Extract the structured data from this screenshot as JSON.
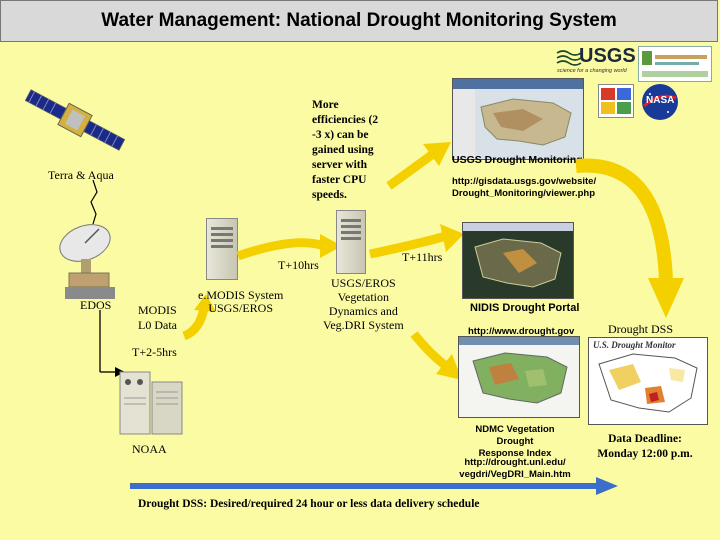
{
  "header": {
    "title": "Water Management:  National Drought Monitoring System"
  },
  "satellite": {
    "label": "Terra & Aqua"
  },
  "ground_station": {
    "label": "EDOS"
  },
  "data_level": {
    "label_line1": "MODIS",
    "label_line2": "L0 Data"
  },
  "emodis": {
    "label_line1": "e.MODIS System",
    "label_line2": "USGS/EROS"
  },
  "usgs_eros": {
    "label_line1": "USGS/EROS",
    "label_line2": "Vegetation",
    "label_line3": "Dynamics and",
    "label_line4": "Veg.DRI System"
  },
  "efficiency_note": {
    "line1": "More",
    "line2": "efficiencies (2",
    "line3": "-3 x) can be",
    "line4": "gained using",
    "line5": "server with",
    "line6": "faster CPU",
    "line7": "speeds."
  },
  "timings": {
    "t10": "T+10hrs",
    "t11": "T+11hrs",
    "t25": "T+2-5hrs"
  },
  "usgs_monitoring": {
    "title": "USGS Drought Monitoring",
    "url_line1": "http://gisdata.usgs.gov/website/",
    "url_line2": "Drought_Monitoring/viewer.php"
  },
  "nidis": {
    "title": "NIDIS Drought Portal",
    "url": "http://www.drought.gov"
  },
  "ndmc": {
    "title_line1": "NDMC Vegetation Drought",
    "title_line2": "Response Index",
    "url_line1": "http://drought.unl.edu/",
    "url_line2": "vegdri/VegDRI_Main.htm"
  },
  "noaa": {
    "label": "NOAA"
  },
  "dss": {
    "label": "Drought DSS",
    "map_title": "U.S. Drought Monitor"
  },
  "deadline": {
    "line1": "Data Deadline:",
    "line2": "Monday 12:00 p.m."
  },
  "timeline": {
    "text": "Drought DSS:  Desired/required 24 hour or less data delivery schedule"
  },
  "logos": {
    "usgs_word": "USGS",
    "usgs_tagline": "science for a changing world",
    "nasa_word": "NASA"
  },
  "colors": {
    "background": "#fbfba3",
    "arrow_yellow": "#f4d000",
    "timeline_blue": "#3b6fc9",
    "title_bar": "#d9d9d9"
  },
  "icons": [
    "satellite-icon",
    "dish-antenna-icon",
    "server-icon",
    "arrow-icon",
    "map-icon"
  ]
}
